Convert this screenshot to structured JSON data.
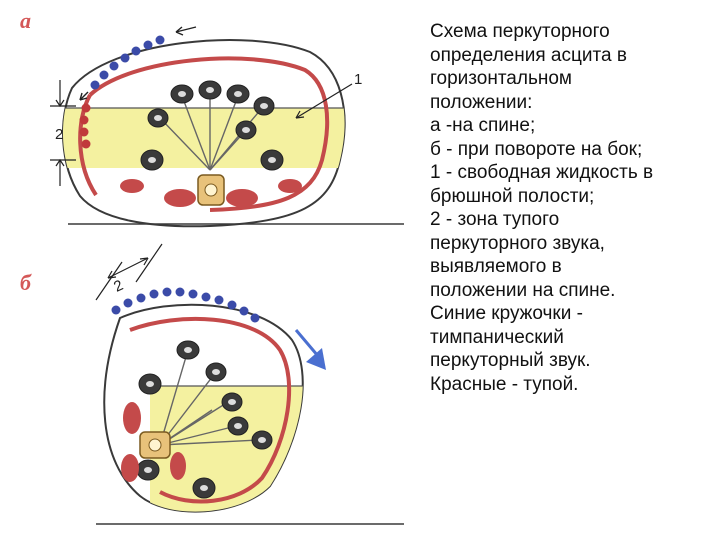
{
  "figure": {
    "panel_a_letter": "а",
    "panel_b_letter": "б",
    "zone_label_a": "2",
    "zone_label_b": "2",
    "fluid_label": "1",
    "colors": {
      "fluid": "#f4f1a0",
      "tympanic_dot": "#3b4ba8",
      "dull_dot": "#c0393b",
      "muscle": "#c44a4a",
      "outline": "#3a3a3a",
      "arrow": "#4a6fd0",
      "letter": "#d45858"
    }
  },
  "caption": {
    "lines": [
      "Схема перкуторного",
      "определения асцита в",
      "горизонтальном",
      "положении:",
      "а -на спине;",
      "б - при повороте на бок;",
      "1 - свободная жидкость в",
      "брюшной полости;",
      "2 - зона тупого",
      "перкуторного звука,",
      "выявляемого в",
      "положении на спине.",
      "Синие кружочки -",
      "тимпанический",
      "перкуторный звук.",
      "Красные - тупой."
    ]
  }
}
